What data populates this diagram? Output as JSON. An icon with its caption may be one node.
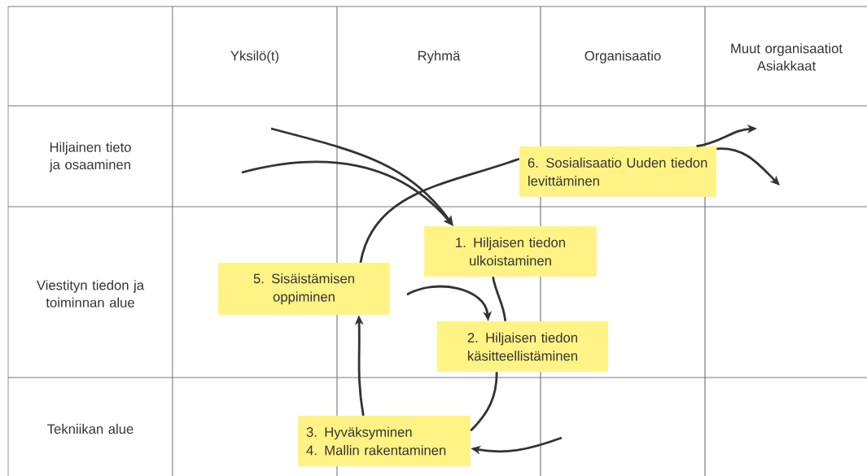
{
  "diagram": {
    "nodes": [
      {
        "text": [
          "6. Sosialisaatio Uuden tiedon levittäminen"
        ]
      },
      {
        "text": [
          "1. Hiljaisen tiedon ulkoistaminen"
        ]
      },
      {
        "text": [
          "5. Sisäistämisen oppiminen"
        ]
      },
      {
        "text": [
          "2. Hiljaisen tiedon käsitteellistäminen"
        ]
      },
      {
        "text": [
          "3. Hyväksyminen",
          "4. Mallin rakentaminen"
        ]
      }
    ],
    "edges": [
      {
        "from": null,
        "to": 1,
        "arrow": "to"
      },
      {
        "from": null,
        "to": 1,
        "arrow": "to"
      },
      {
        "from": 1,
        "to": 3,
        "arrow": "none"
      },
      {
        "from": null,
        "to": 3,
        "arrow": "to"
      },
      {
        "from": 3,
        "to": 4,
        "arrow": "none"
      },
      {
        "from": null,
        "to": 4,
        "arrow": "to"
      },
      {
        "from": 4,
        "to": 2,
        "arrow": "to"
      },
      {
        "from": 2,
        "to": 0,
        "arrow": "none"
      },
      {
        "from": 0,
        "to": null,
        "arrow": "to"
      },
      {
        "from": 0,
        "to": null,
        "arrow": "to"
      }
    ],
    "labels": [
      "Yksilö(t)",
      "Ryhmä",
      "Organisaatio",
      "Muut organisaatiot Asiakkaat",
      "Hiljainen tieto ja osaaminen",
      "Viestityn tiedon ja toiminnan alue",
      "Tekniikan alue"
    ]
  }
}
